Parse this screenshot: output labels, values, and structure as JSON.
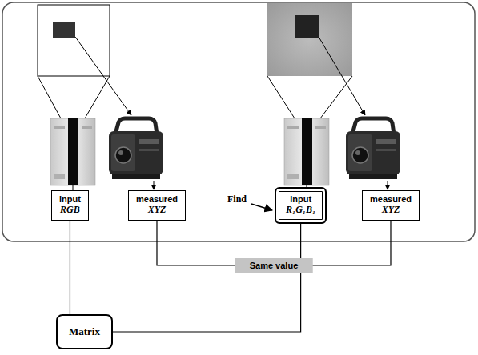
{
  "diagram": {
    "nodes": [
      {
        "text": [
          "input",
          "RGB"
        ]
      },
      {
        "text": [
          "measured",
          "XYZ"
        ]
      },
      {
        "text": [
          "input",
          "R₁G₁B₁"
        ]
      },
      {
        "text": [
          "measured",
          "XYZ"
        ]
      },
      {
        "text": [
          "Matrix"
        ]
      }
    ],
    "edges": [
      {
        "from": 4,
        "to": 0,
        "arrow": "none"
      },
      {
        "from": 4,
        "to": 2,
        "arrow": "none"
      },
      {
        "from": 1,
        "to": 3,
        "arrow": "none",
        "label": "Same value"
      }
    ],
    "labels": [
      "Find"
    ]
  }
}
